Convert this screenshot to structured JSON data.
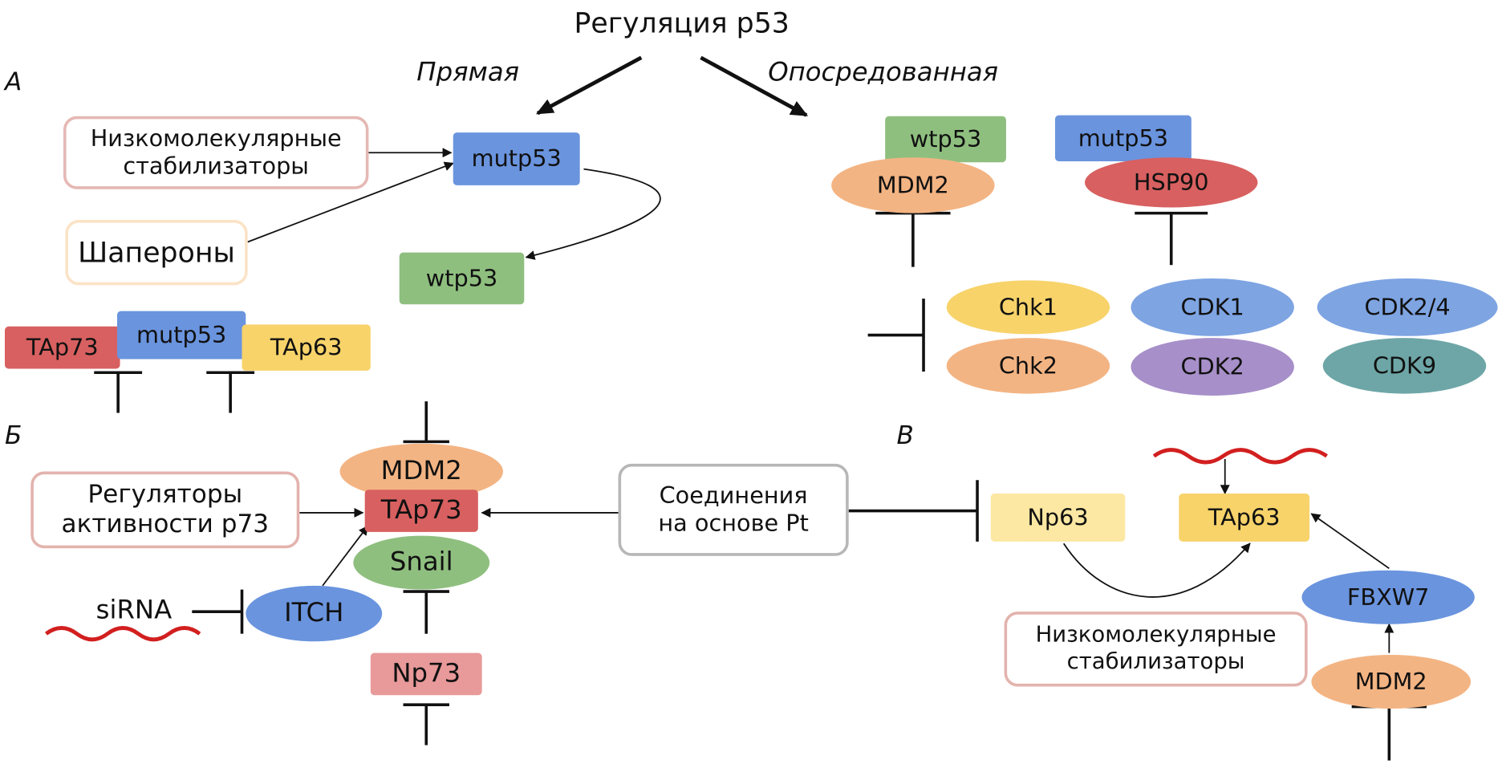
{
  "title": "Регуляция p53",
  "branches": {
    "direct": "Прямая",
    "indirect": "Опосредованная"
  },
  "panels": {
    "a": "А",
    "b": "Б",
    "c": "В"
  },
  "colors": {
    "blue": "#6a94de",
    "green": "#8fbf7f",
    "red": "#d86060",
    "yellow": "#f7d36a",
    "orange": "#f3b483",
    "purple": "#a78fc9",
    "teal": "#6ea6a7",
    "pink": "#e89999"
  },
  "panel_a": {
    "stabilizers": "Низкомолекулярные\nстабилизаторы",
    "chaperones": "Шапероны",
    "mutp53": "mutp53",
    "wtp53": "wtp53",
    "tap73": "TAp73",
    "mutp53_complex": "mutp53",
    "tap63": "TAp63",
    "wtp53_right": "wtp53",
    "mdm2": "MDM2",
    "mutp53_right": "mutp53",
    "hsp90": "HSP90",
    "kinases": [
      "Chk1",
      "CDK1",
      "CDK2/4",
      "Chk2",
      "CDK2",
      "CDK9"
    ]
  },
  "panel_b": {
    "regulators": "Регуляторы\nактивности p73",
    "mdm2": "MDM2",
    "tap73": "TAp73",
    "snail": "Snail",
    "sirna": "siRNA",
    "itch": "ITCH",
    "np73": "Np73",
    "pt": "Соединения\nна основе Pt"
  },
  "panel_c": {
    "np63": "Np63",
    "tap63": "TAp63",
    "fbxw7": "FBXW7",
    "stabilizers": "Низкомолекулярные\nстабилизаторы",
    "mdm2": "MDM2"
  }
}
